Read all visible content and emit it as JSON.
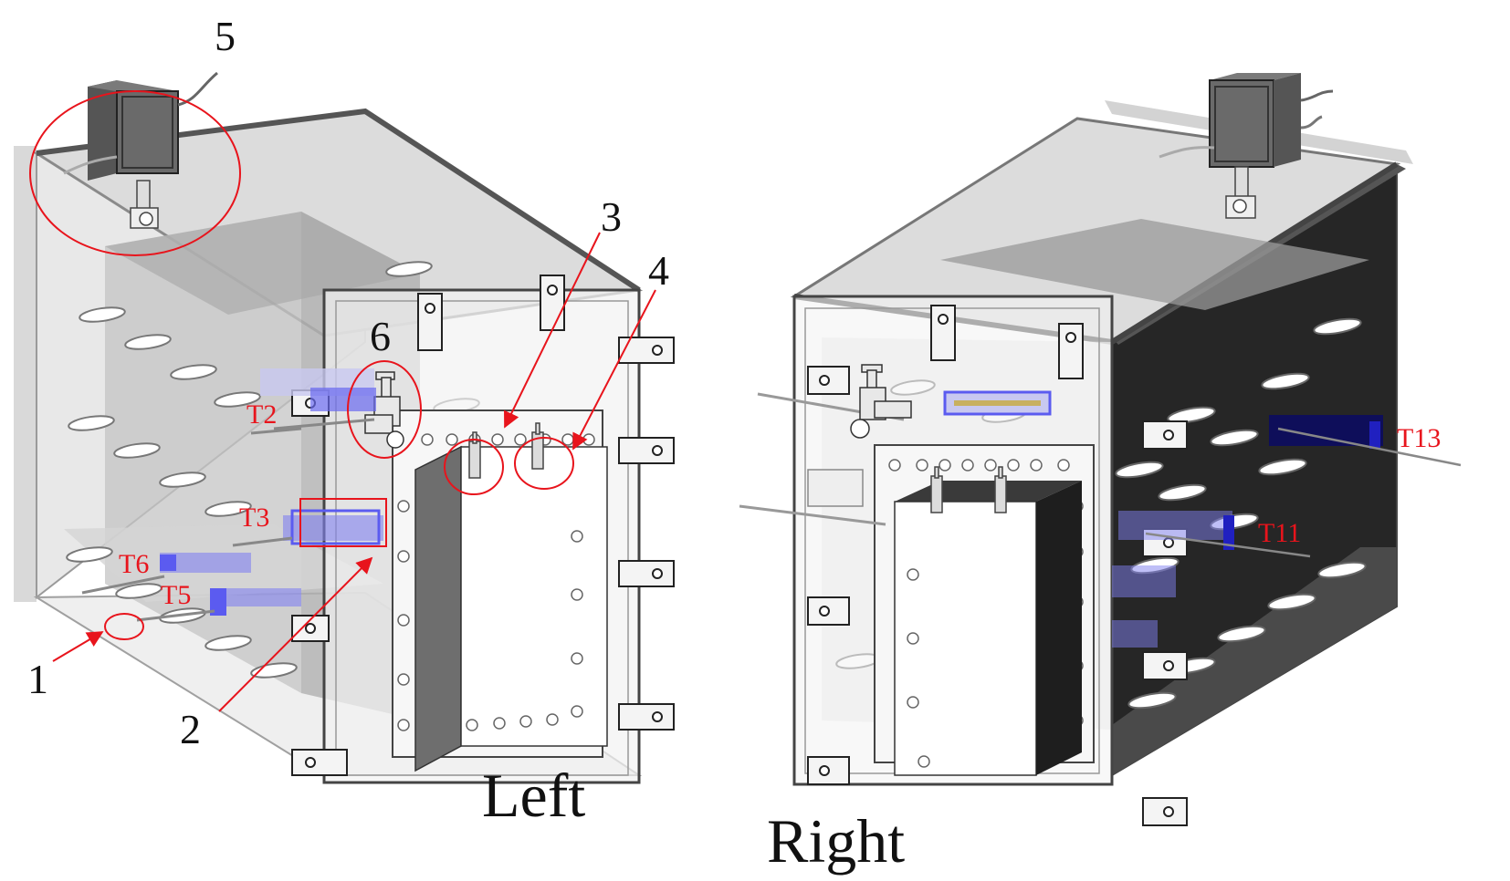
{
  "views": {
    "left": "Left",
    "right": "Right"
  },
  "callouts": {
    "n1": "1",
    "n2": "2",
    "n3": "3",
    "n4": "4",
    "n5": "5",
    "n6": "6"
  },
  "sensors": {
    "t2": "T2",
    "t3": "T3",
    "t5": "T5",
    "t6": "T6",
    "t11": "T11",
    "t13": "T13"
  },
  "colors": {
    "annotation": "#e8141c",
    "sensor": "#5b5bf0",
    "dark_panel": "#222222",
    "glass": "#c9c9c9"
  }
}
